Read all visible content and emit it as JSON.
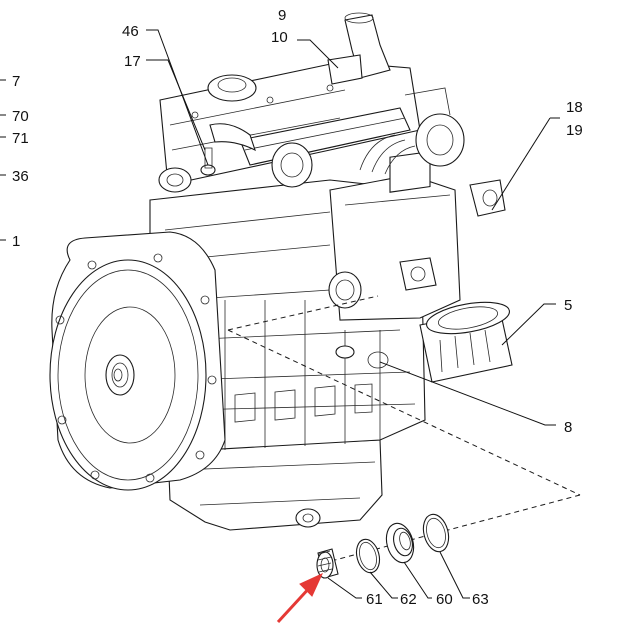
{
  "callouts": {
    "c7": "7",
    "c70": "70",
    "c71": "71",
    "c36": "36",
    "c1": "1",
    "c46": "46",
    "c17": "17",
    "c9": "9",
    "c10": "10",
    "c18": "18",
    "c19": "19",
    "c5": "5",
    "c8": "8",
    "c61": "61",
    "c62": "62",
    "c60": "60",
    "c63": "63"
  },
  "colors": {
    "line": "#1a1a1a",
    "arrow": "#e53935",
    "background": "#ffffff"
  }
}
